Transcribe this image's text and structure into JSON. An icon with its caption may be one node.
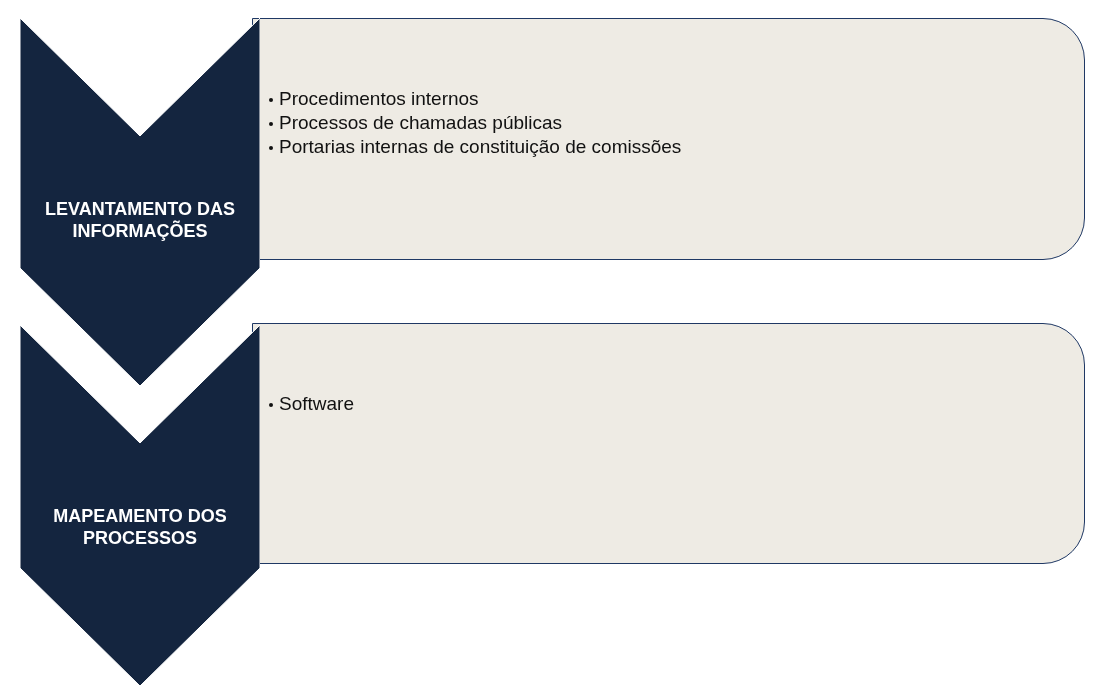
{
  "diagram": {
    "nodes": [
      {
        "text": [
          "LEVANTAMENTO DAS INFORMAÇÕES"
        ]
      },
      {
        "text": [
          "Procedimentos internos",
          "Processos de chamadas públicas",
          "Portarias internas de constituição de comissões"
        ]
      },
      {
        "text": [
          "MAPEAMENTO DOS PROCESSOS"
        ]
      },
      {
        "text": [
          "Software"
        ]
      }
    ]
  }
}
